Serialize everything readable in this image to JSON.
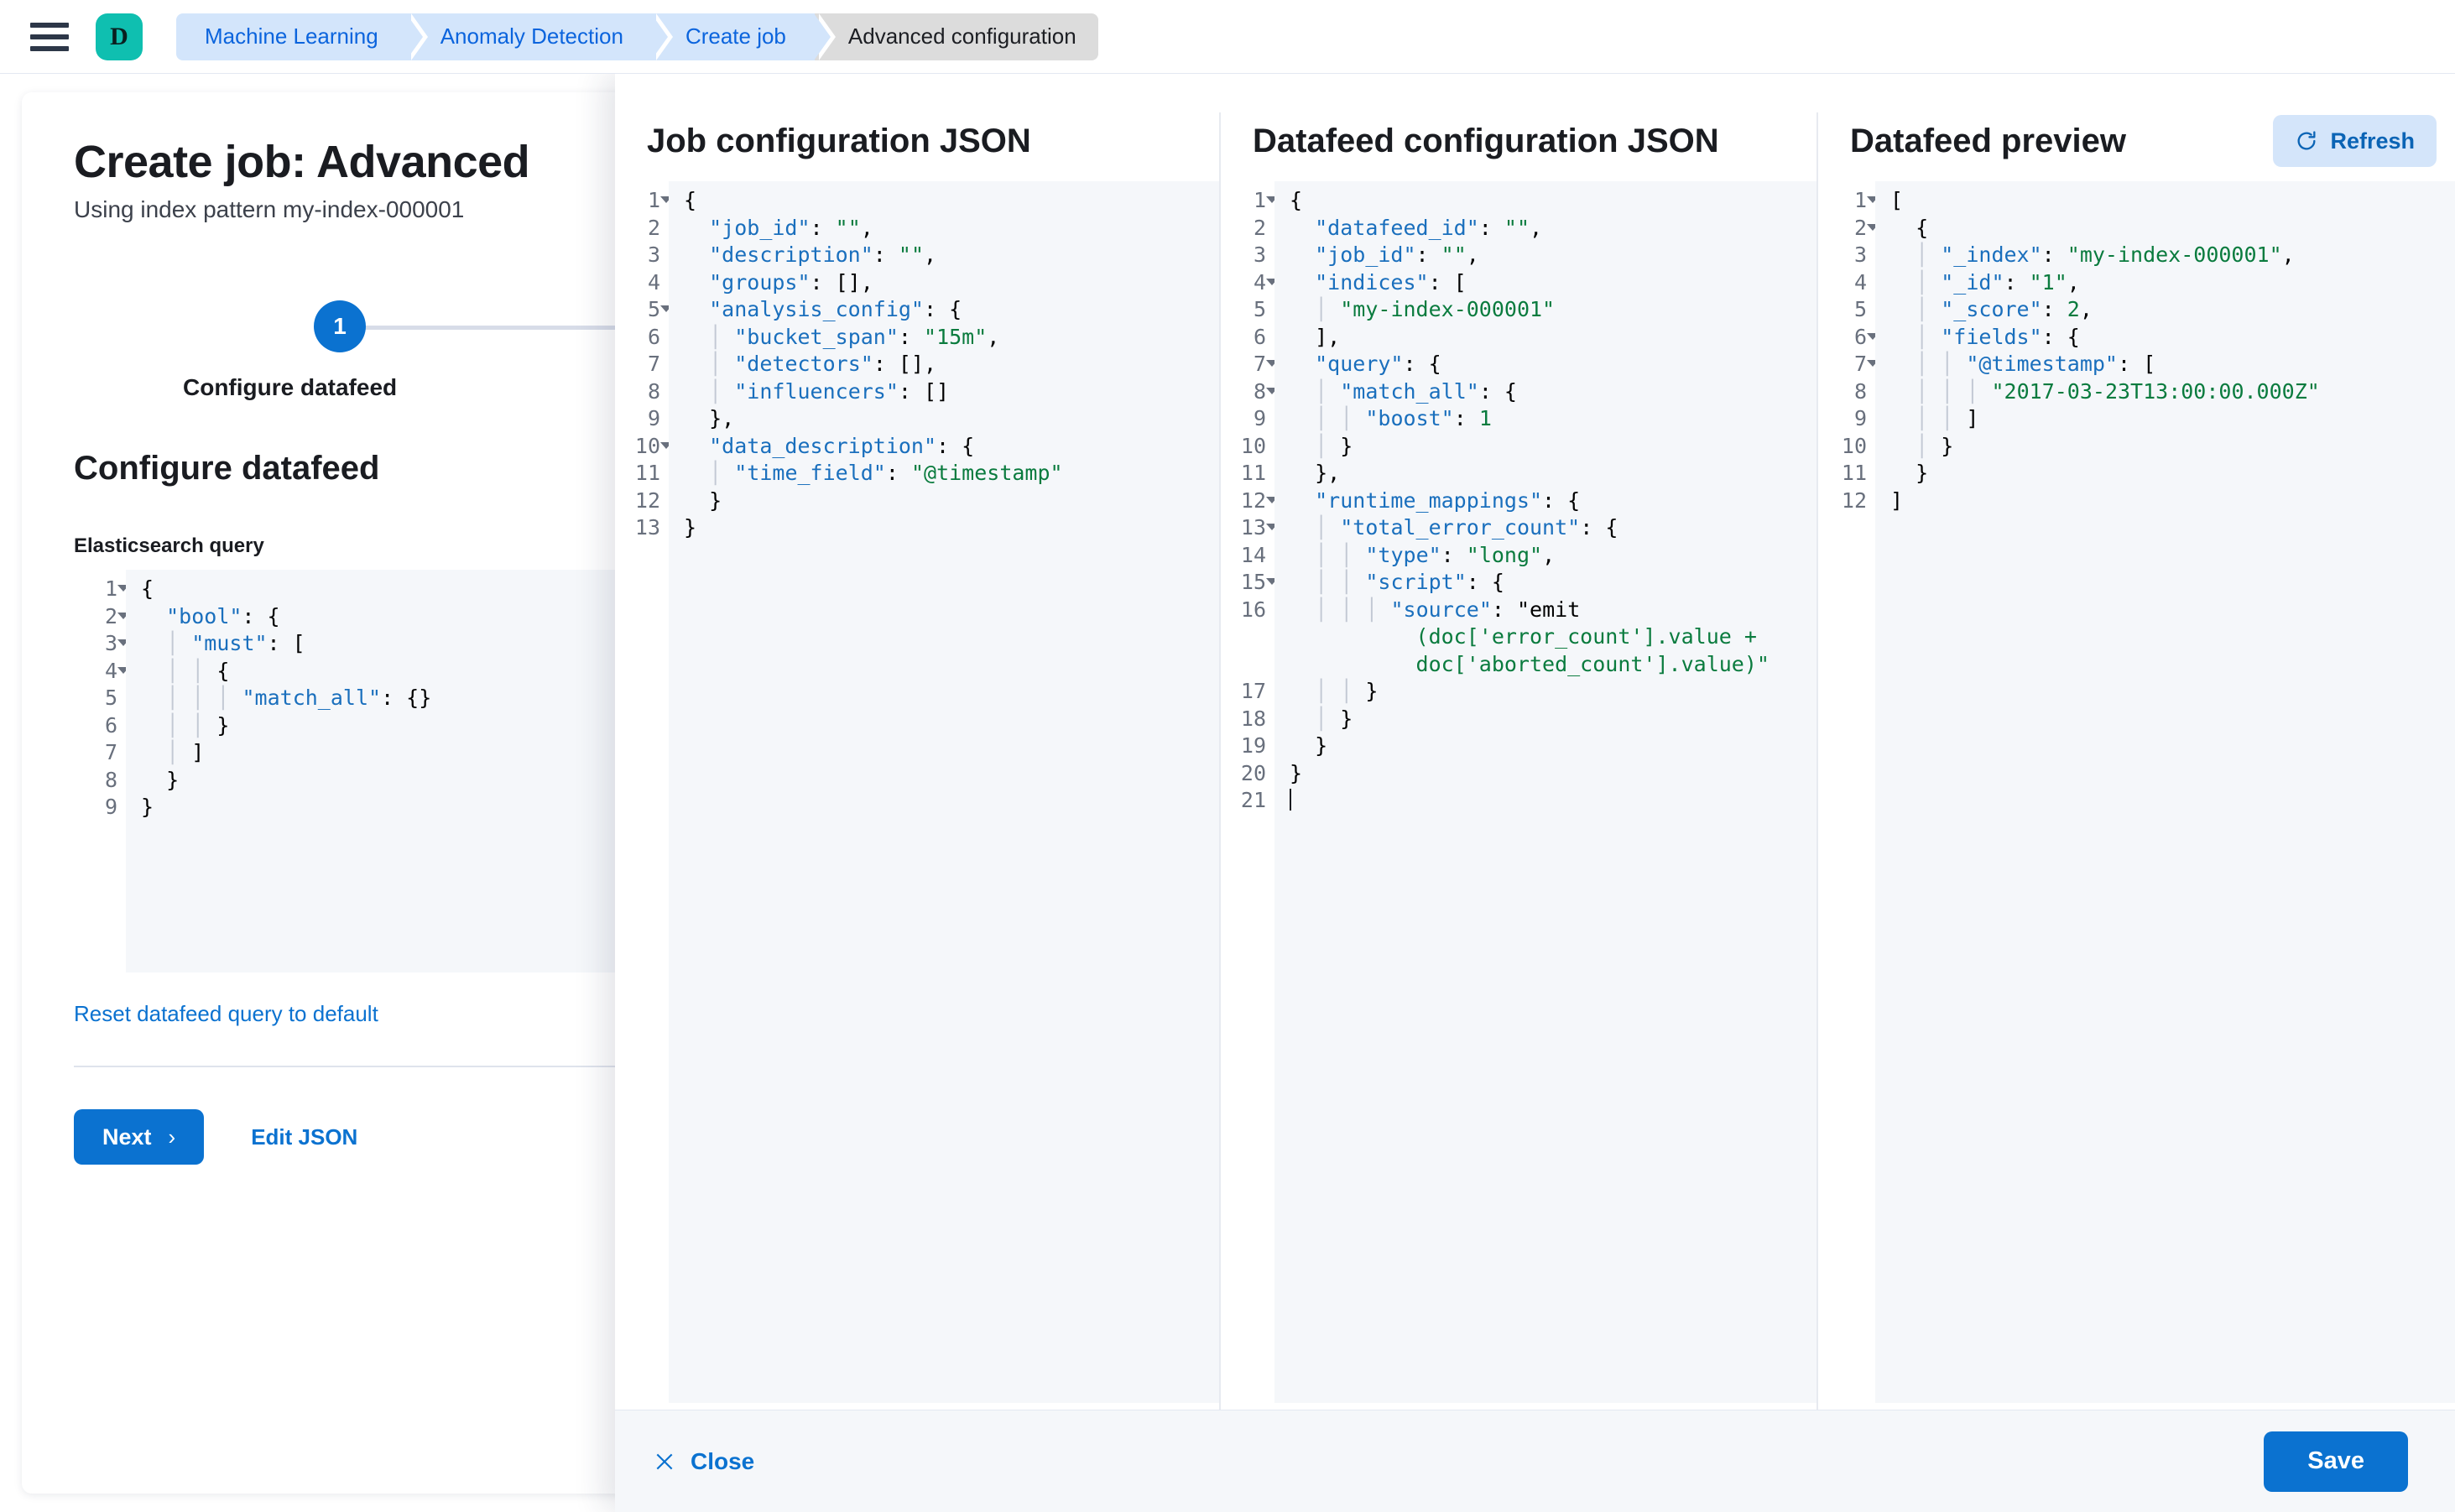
{
  "topbar": {
    "menu_icon": "hamburger-icon",
    "logo_letter": "D",
    "breadcrumbs": [
      {
        "label": "Machine Learning",
        "current": false
      },
      {
        "label": "Anomaly Detection",
        "current": false
      },
      {
        "label": "Create job",
        "current": false
      },
      {
        "label": "Advanced configuration",
        "current": true
      }
    ]
  },
  "page": {
    "title": "Create job: Advanced",
    "subtitle": "Using index pattern my-index-000001",
    "step_number": "1",
    "step_label": "Configure datafeed",
    "section_title": "Configure datafeed",
    "query_field_label": "Elasticsearch query",
    "reset_link": "Reset datafeed query to default",
    "next_button": "Next",
    "next_chevron": "›",
    "edit_json_button": "Edit JSON",
    "query_editor": {
      "lines": [
        {
          "n": "1",
          "fold": true,
          "text": "{"
        },
        {
          "n": "2",
          "fold": true,
          "text": "  \"bool\": {"
        },
        {
          "n": "3",
          "fold": true,
          "text": "    \"must\": ["
        },
        {
          "n": "4",
          "fold": true,
          "text": "      {"
        },
        {
          "n": "5",
          "fold": false,
          "text": "        \"match_all\": {}"
        },
        {
          "n": "6",
          "fold": false,
          "text": "      }"
        },
        {
          "n": "7",
          "fold": false,
          "text": "    ]"
        },
        {
          "n": "8",
          "fold": false,
          "text": "  }"
        },
        {
          "n": "9",
          "fold": false,
          "text": "}"
        }
      ],
      "active_line": 9
    }
  },
  "flyout": {
    "columns": [
      {
        "title": "Job configuration JSON",
        "editor": {
          "active_line": 13,
          "lines": [
            {
              "n": "1",
              "fold": true,
              "text": "{"
            },
            {
              "n": "2",
              "fold": false,
              "text": "  \"job_id\": \"\","
            },
            {
              "n": "3",
              "fold": false,
              "text": "  \"description\": \"\","
            },
            {
              "n": "4",
              "fold": false,
              "text": "  \"groups\": [],"
            },
            {
              "n": "5",
              "fold": true,
              "text": "  \"analysis_config\": {"
            },
            {
              "n": "6",
              "fold": false,
              "text": "    \"bucket_span\": \"15m\","
            },
            {
              "n": "7",
              "fold": false,
              "text": "    \"detectors\": [],"
            },
            {
              "n": "8",
              "fold": false,
              "text": "    \"influencers\": []"
            },
            {
              "n": "9",
              "fold": false,
              "text": "  },"
            },
            {
              "n": "10",
              "fold": true,
              "text": "  \"data_description\": {"
            },
            {
              "n": "11",
              "fold": false,
              "text": "    \"time_field\": \"@timestamp\""
            },
            {
              "n": "12",
              "fold": false,
              "text": "  }"
            },
            {
              "n": "13",
              "fold": false,
              "text": "}"
            }
          ]
        }
      },
      {
        "title": "Datafeed configuration JSON",
        "editor": {
          "active_line": 21,
          "lines": [
            {
              "n": "1",
              "fold": true,
              "text": "{"
            },
            {
              "n": "2",
              "fold": false,
              "text": "  \"datafeed_id\": \"\","
            },
            {
              "n": "3",
              "fold": false,
              "text": "  \"job_id\": \"\","
            },
            {
              "n": "4",
              "fold": true,
              "text": "  \"indices\": ["
            },
            {
              "n": "5",
              "fold": false,
              "text": "    \"my-index-000001\""
            },
            {
              "n": "6",
              "fold": false,
              "text": "  ],"
            },
            {
              "n": "7",
              "fold": true,
              "text": "  \"query\": {"
            },
            {
              "n": "8",
              "fold": true,
              "text": "    \"match_all\": {"
            },
            {
              "n": "9",
              "fold": false,
              "text": "      \"boost\": 1"
            },
            {
              "n": "10",
              "fold": false,
              "text": "    }"
            },
            {
              "n": "11",
              "fold": false,
              "text": "  },"
            },
            {
              "n": "12",
              "fold": true,
              "text": "  \"runtime_mappings\": {"
            },
            {
              "n": "13",
              "fold": true,
              "text": "    \"total_error_count\": {"
            },
            {
              "n": "14",
              "fold": false,
              "text": "      \"type\": \"long\","
            },
            {
              "n": "15",
              "fold": true,
              "text": "      \"script\": {"
            },
            {
              "n": "16",
              "fold": false,
              "text": "        \"source\": \"emit\n          (doc['error_count'].value +\n          doc['aborted_count'].value)\""
            },
            {
              "n": "17",
              "fold": false,
              "text": "      }"
            },
            {
              "n": "18",
              "fold": false,
              "text": "    }"
            },
            {
              "n": "19",
              "fold": false,
              "text": "  }"
            },
            {
              "n": "20",
              "fold": false,
              "text": "}"
            },
            {
              "n": "21",
              "fold": false,
              "text": "",
              "caret": true
            }
          ]
        }
      },
      {
        "title": "Datafeed preview",
        "refresh_button": "Refresh",
        "refresh_icon": "refresh-icon",
        "editor": {
          "active_line": 12,
          "lines": [
            {
              "n": "1",
              "fold": true,
              "text": "["
            },
            {
              "n": "2",
              "fold": true,
              "text": "  {"
            },
            {
              "n": "3",
              "fold": false,
              "text": "    \"_index\": \"my-index-000001\","
            },
            {
              "n": "4",
              "fold": false,
              "text": "    \"_id\": \"1\","
            },
            {
              "n": "5",
              "fold": false,
              "text": "    \"_score\": 2,"
            },
            {
              "n": "6",
              "fold": true,
              "text": "    \"fields\": {"
            },
            {
              "n": "7",
              "fold": true,
              "text": "      \"@timestamp\": ["
            },
            {
              "n": "8",
              "fold": false,
              "text": "        \"2017-03-23T13:00:00.000Z\""
            },
            {
              "n": "9",
              "fold": false,
              "text": "      ]"
            },
            {
              "n": "10",
              "fold": false,
              "text": "    }"
            },
            {
              "n": "11",
              "fold": false,
              "text": "  }"
            },
            {
              "n": "12",
              "fold": false,
              "text": "]"
            }
          ]
        }
      }
    ],
    "footer": {
      "close_label": "Close",
      "close_icon": "close-icon",
      "save_label": "Save"
    }
  },
  "colors": {
    "accent": "#0b72d0",
    "brand": "#0fbfb0",
    "breadcrumb": "#d3e5fb",
    "editor_bg": "#f5f7fa",
    "highlight": "#dbe1ec",
    "string": "#0a7b3e",
    "key": "#1a6fbd"
  }
}
